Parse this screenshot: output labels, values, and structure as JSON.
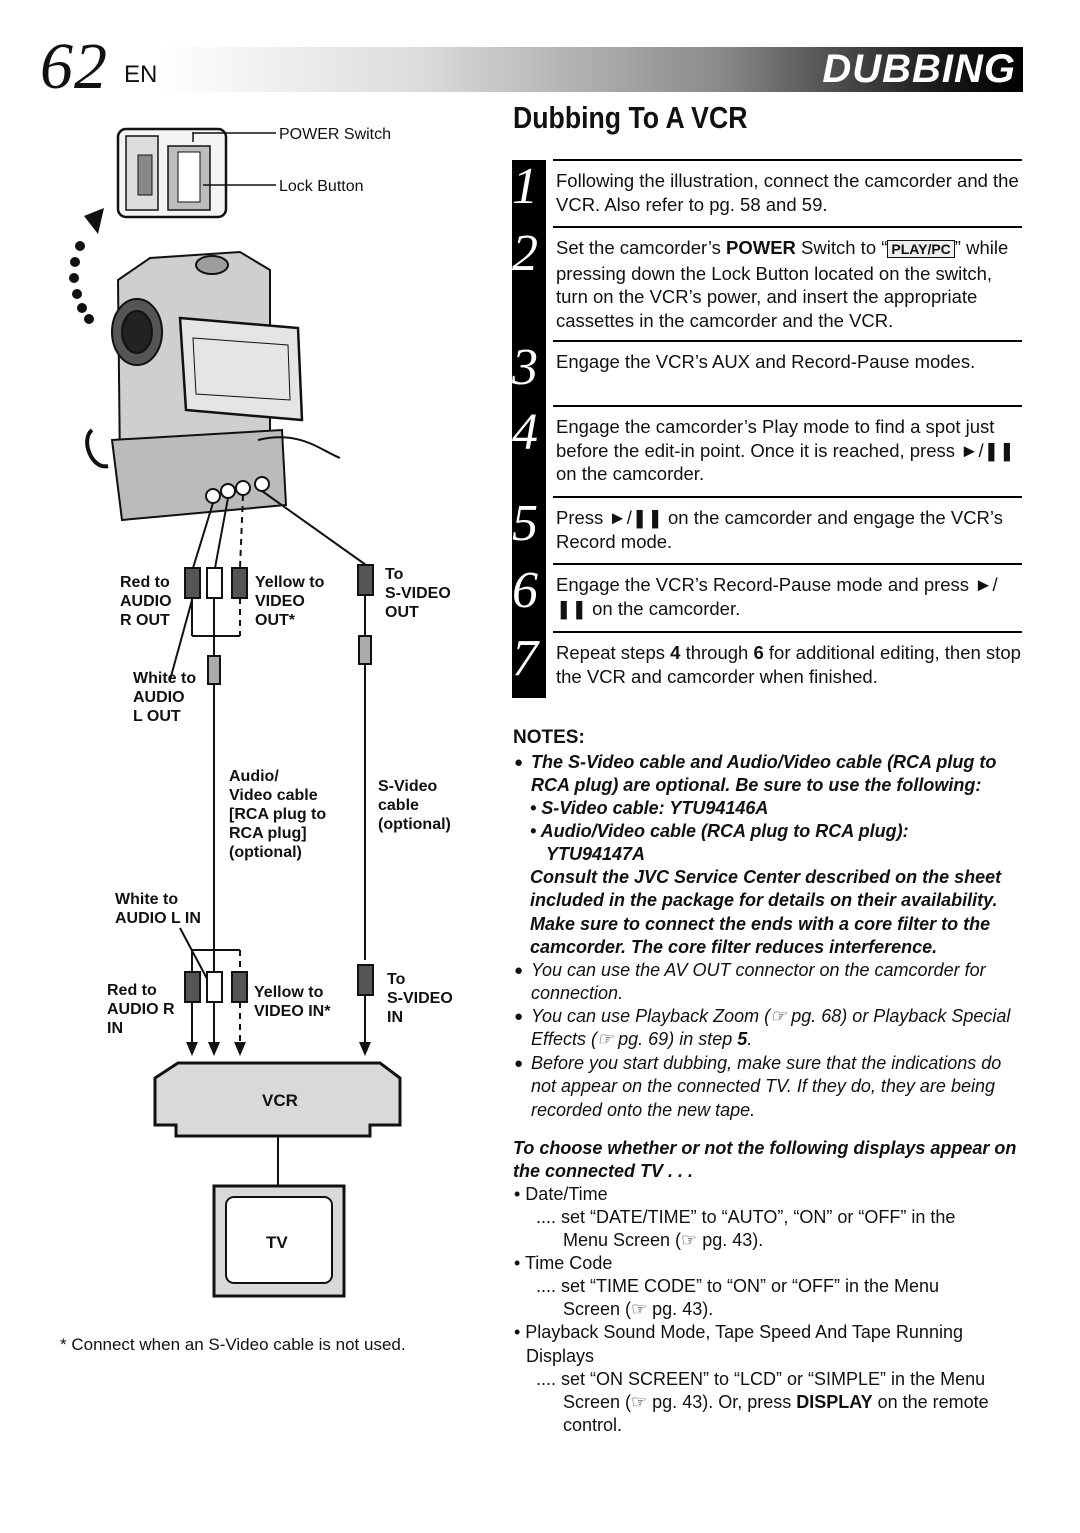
{
  "header": {
    "page_number": "62",
    "lang": "EN",
    "section": "DUBBING"
  },
  "title": "Dubbing To A VCR",
  "steps": [
    {
      "num": "1",
      "text": "Following the illustration, connect the camcorder and the VCR. Also refer to pg. 58 and 59."
    },
    {
      "num": "2",
      "pre": "Set the camcorder’s ",
      "bold": "POWER",
      "mid": " Switch to “",
      "key": "PLAY/PC",
      "post": "” while pressing down the Lock Button located on the switch, turn on the VCR’s power, and insert the appropriate cassettes in the camcorder and the VCR."
    },
    {
      "num": "3",
      "text": "Engage the VCR’s AUX and Record-Pause modes."
    },
    {
      "num": "4",
      "text": "Engage the camcorder’s Play mode to find a spot just before the edit-in point. Once it is reached, press ►/❚❚ on the camcorder."
    },
    {
      "num": "5",
      "text": "Press ►/❚❚ on the camcorder and engage the VCR’s Record mode."
    },
    {
      "num": "6",
      "text": "Engage the VCR’s Record-Pause mode and press ►/❚❚ on the camcorder."
    },
    {
      "num": "7",
      "pre": "Repeat steps ",
      "b1": "4",
      "mid": " through ",
      "b2": "6",
      "post": " for additional editing, then stop the VCR and camcorder when finished."
    }
  ],
  "notes": {
    "heading": "NOTES:",
    "n1": "The S-Video cable and Audio/Video cable (RCA plug to RCA plug) are optional. Be sure to use the following:",
    "n1a": "• S-Video cable: YTU94146A",
    "n1b": "• Audio/Video cable (RCA plug to RCA plug):",
    "n1b2": "YTU94147A",
    "n1c": "Consult the JVC Service Center described on the sheet included in the package for details on their availability. Make sure to connect the ends with a core filter to the camcorder. The core filter reduces interference.",
    "n2": "You can use the AV OUT connector on the camcorder for connection.",
    "n3a": "You can use Playback Zoom (☞ pg. 68) or Playback Special Effects (☞ pg. 69) in step ",
    "n3b": "5",
    "n3c": ".",
    "n4": "Before you start dubbing, make sure that the indications do not appear on the connected TV. If they do, they are being recorded onto the new tape.",
    "bullet": "●"
  },
  "displays": {
    "heading": "To choose whether or not the following displays appear on the connected TV . . .",
    "d1": "• Date/Time",
    "d1a": ".... set “DATE/TIME” to “AUTO”, “ON” or “OFF” in the",
    "d1b": "Menu Screen (☞ pg. 43).",
    "d2": "• Time Code",
    "d2a": ".... set “TIME CODE” to “ON” or “OFF” in the Menu",
    "d2b": "Screen (☞ pg. 43).",
    "d3": "• Playback Sound Mode, Tape Speed And Tape Running",
    "d3b": "Displays",
    "d3c": ".... set “ON SCREEN” to “LCD” or “SIMPLE” in the Menu",
    "d3d_pre": "Screen (☞ pg. 43). Or, press ",
    "d3d_bold": "DISPLAY",
    "d3d_post": " on the remote",
    "d3e": "control."
  },
  "diagram": {
    "power_switch": "POWER Switch",
    "lock_button": "Lock Button",
    "red_audio_r_out": [
      "Red to",
      "AUDIO",
      "R OUT"
    ],
    "yellow_video_out": [
      "Yellow to",
      "VIDEO",
      "OUT*"
    ],
    "to_svideo_out": [
      "To",
      "S-VIDEO",
      "OUT"
    ],
    "white_audio_l_out": [
      "White to",
      "AUDIO",
      "L OUT"
    ],
    "av_cable": [
      "Audio/",
      "Video cable",
      "[RCA plug to",
      "RCA plug]",
      "(optional)"
    ],
    "svideo_cable": [
      "S-Video",
      "cable",
      "(optional)"
    ],
    "white_audio_l_in": [
      "White to",
      "AUDIO L IN"
    ],
    "red_audio_r_in": [
      "Red to",
      "AUDIO R",
      "IN"
    ],
    "yellow_video_in": [
      "Yellow to",
      "VIDEO IN*"
    ],
    "to_svideo_in": [
      "To",
      "S-VIDEO",
      "IN"
    ],
    "vcr": "VCR",
    "tv": "TV",
    "footnote": "*   Connect when an S-Video cable is not used."
  }
}
